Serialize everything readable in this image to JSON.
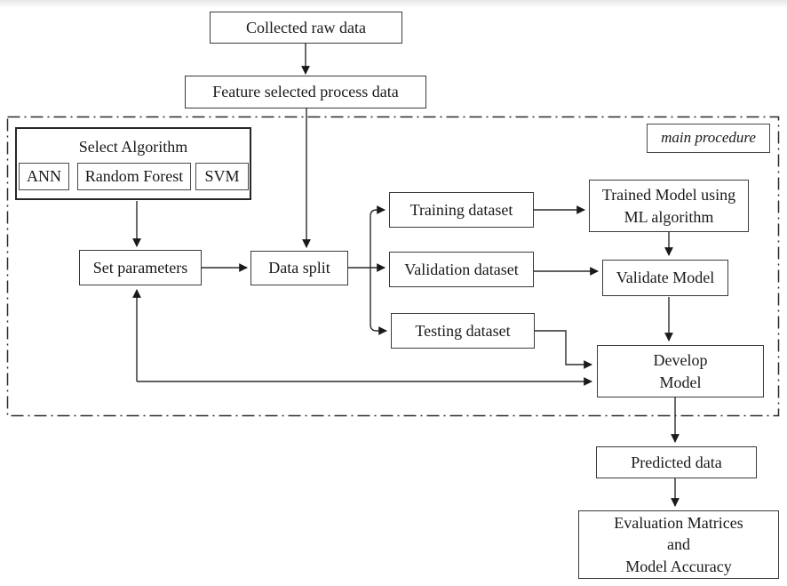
{
  "figure": {
    "type": "flowchart",
    "background_color": "#ffffff",
    "line_color": "#2b2b2b",
    "text_color": "#1a1a1a",
    "container_label": "main procedure",
    "nodes": {
      "collected_raw_data": "Collected raw data",
      "feature_selected": "Feature selected process data",
      "select_algorithm": "Select Algorithm",
      "ann": "ANN",
      "random_forest": "Random Forest",
      "svm": "SVM",
      "set_parameters": "Set parameters",
      "data_split": "Data split",
      "training_dataset": "Training dataset",
      "validation_dataset": "Validation dataset",
      "testing_dataset": "Testing dataset",
      "trained_model": {
        "line1": "Trained Model using",
        "line2": "ML algorithm"
      },
      "validate_model": "Validate Model",
      "develop_model": {
        "line1": "Develop",
        "line2": "Model"
      },
      "predicted_data": "Predicted data",
      "evaluation": {
        "line1": "Evaluation Matrices",
        "line2": "and",
        "line3": "Model Accuracy"
      }
    },
    "edges": [
      {
        "from": "collected_raw_data",
        "to": "feature_selected"
      },
      {
        "from": "feature_selected",
        "to": "data_split"
      },
      {
        "from": "select_algorithm",
        "to": "set_parameters"
      },
      {
        "from": "set_parameters",
        "to": "data_split"
      },
      {
        "from": "data_split",
        "to": "training_dataset"
      },
      {
        "from": "data_split",
        "to": "validation_dataset"
      },
      {
        "from": "data_split",
        "to": "testing_dataset"
      },
      {
        "from": "training_dataset",
        "to": "trained_model"
      },
      {
        "from": "validation_dataset",
        "to": "validate_model"
      },
      {
        "from": "trained_model",
        "to": "validate_model"
      },
      {
        "from": "validate_model",
        "to": "develop_model"
      },
      {
        "from": "testing_dataset",
        "to": "develop_model"
      },
      {
        "from": "set_parameters",
        "to": "develop_model",
        "bidirectional": true
      },
      {
        "from": "develop_model",
        "to": "predicted_data"
      },
      {
        "from": "predicted_data",
        "to": "evaluation"
      }
    ]
  }
}
